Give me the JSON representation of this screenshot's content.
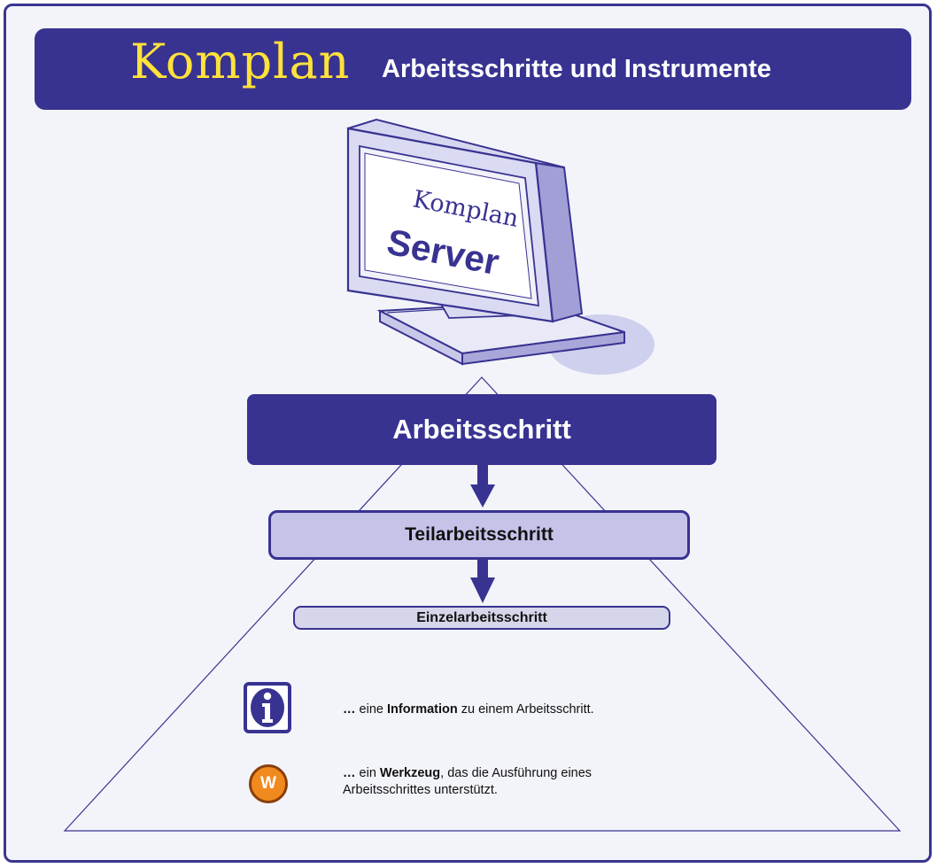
{
  "header": {
    "brand": "Komplan",
    "title": "Arbeitsschritte und Instrumente"
  },
  "server": {
    "brand": "Komplan",
    "label": "Server"
  },
  "hierarchy": {
    "step": "Arbeitsschritt",
    "substep": "Teilarbeitsschritt",
    "single_step": "Einzelarbeitsschritt"
  },
  "legend": {
    "info": {
      "icon": "info-icon",
      "prefix": "…",
      "pre": " eine ",
      "bold": "Information",
      "post": " zu einem Arbeitsschritt."
    },
    "tool": {
      "icon": "tool-icon",
      "badge": "W",
      "prefix": "…",
      "pre": " ein ",
      "bold": "Werkzeug",
      "post": ", das  die Ausführung eines Arbeitsschrittes unterstützt."
    }
  },
  "colors": {
    "accent": "#383391",
    "brand_yellow": "#ffe23a",
    "panel": "#f3f4fa",
    "substep_fill": "#c5c3e8",
    "tool_orange": "#f08a1e"
  }
}
